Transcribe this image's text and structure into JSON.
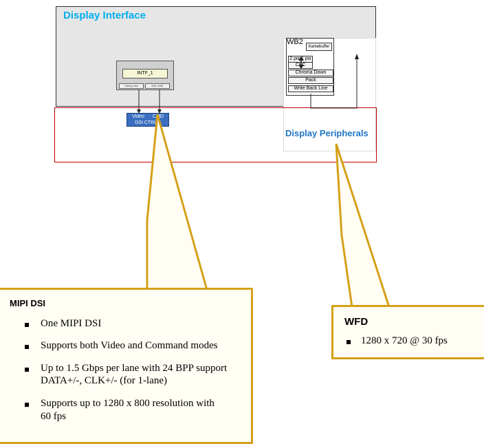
{
  "display_interface": {
    "title": "Display Interface"
  },
  "intf": {
    "label": "INTF_1",
    "sub_left": "Timing Gen",
    "sub_right": "DSI CMD"
  },
  "dsi": {
    "video": "Video",
    "cmd": "CMD",
    "ctrl": "DSI CTRL 0"
  },
  "peripherals": {
    "label": "Display Peripherals",
    "wb2": {
      "label": "WB2",
      "blocks": [
        "framebuffer",
        "2 pix:1 pix",
        "CSC",
        "Chroma Down",
        "Pack",
        "Write Back Line"
      ]
    }
  },
  "mipi_callout": {
    "title": "MIPI DSI",
    "items": [
      "One MIPI DSI",
      "Supports both Video and Command modes",
      "Up to 1.5 Gbps per lane with 24 BPP support",
      "DATA+/-, CLK+/- (for 1-lane)",
      "Supports up to 1280  x  800 resolution with",
      "60 fps"
    ]
  },
  "wfd_callout": {
    "title": "WFD",
    "items": [
      "1280 x 720 @ 30 fps"
    ]
  },
  "colors": {
    "title_blue": "#00aeef",
    "peripheral_blue": "#1f75c4",
    "red_outline": "#c00000",
    "callout_border": "#d4a017",
    "dsi_blue": "#3a6fbf"
  }
}
